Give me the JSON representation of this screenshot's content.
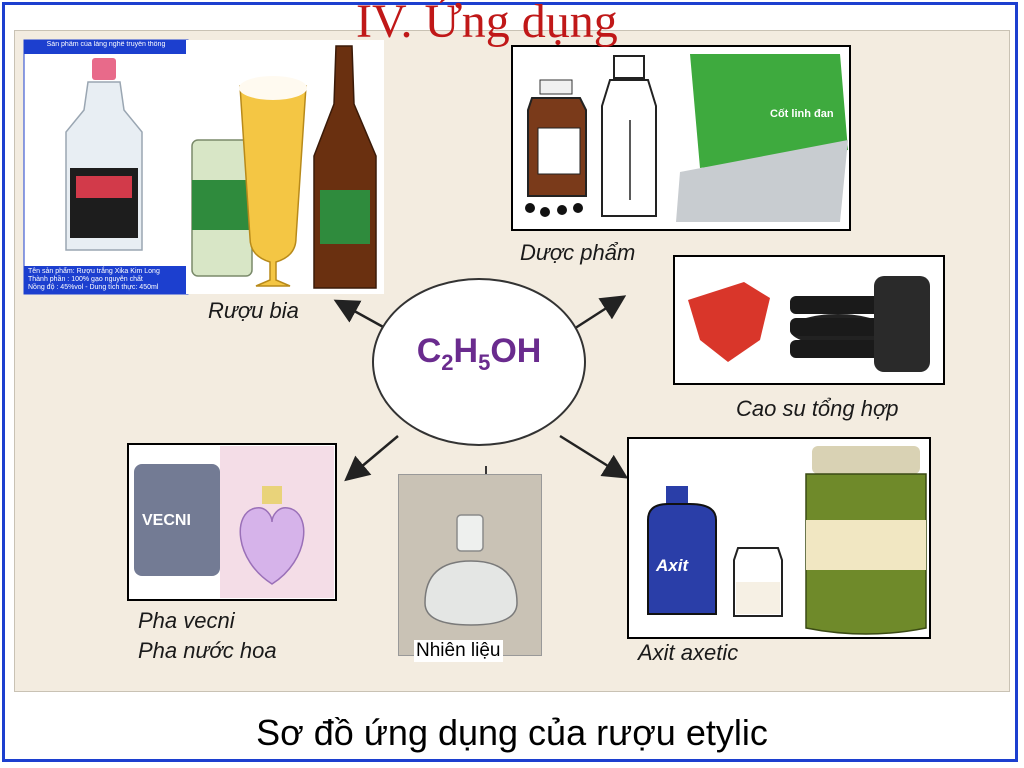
{
  "slide": {
    "title": "IV. Ứng dụng",
    "caption": "Sơ đồ ứng dụng của rượu etylic"
  },
  "diagram": {
    "center": {
      "formula_main": "C",
      "sub1": "2",
      "mid": "H",
      "sub2": "5",
      "tail": "OH"
    },
    "branches": [
      {
        "id": "ruou-bia",
        "label": "Rượu bia"
      },
      {
        "id": "duoc-pham",
        "label": "Dược phẩm"
      },
      {
        "id": "cao-su",
        "label": "Cao su tổng hợp"
      },
      {
        "id": "pha-vecni",
        "label": "Pha vecni",
        "label2": "Pha nước hoa"
      },
      {
        "id": "nhien-lieu",
        "label": "Nhiên liệu"
      },
      {
        "id": "axit-axetic",
        "label": "Axit axetic"
      }
    ]
  },
  "product_labels": {
    "vodka_header": "Sản phẩm của làng nghề truyền thống",
    "vodka_info1": "Tên sản phẩm: Rượu trắng Xika Kim Long",
    "vodka_info2": "Thành phần : 100% gạo nguyên chất",
    "vodka_info3": "Nồng độ : 45%vol - Dung tích thực: 450ml",
    "medicine_box": "Cốt linh đan",
    "varnish_can": "VECNI",
    "acid_jug": "Axit"
  },
  "colors": {
    "frame": "#1c3fcf",
    "title": "#c01818",
    "formula": "#6a2b8e",
    "canvas": "#f3ece0"
  }
}
